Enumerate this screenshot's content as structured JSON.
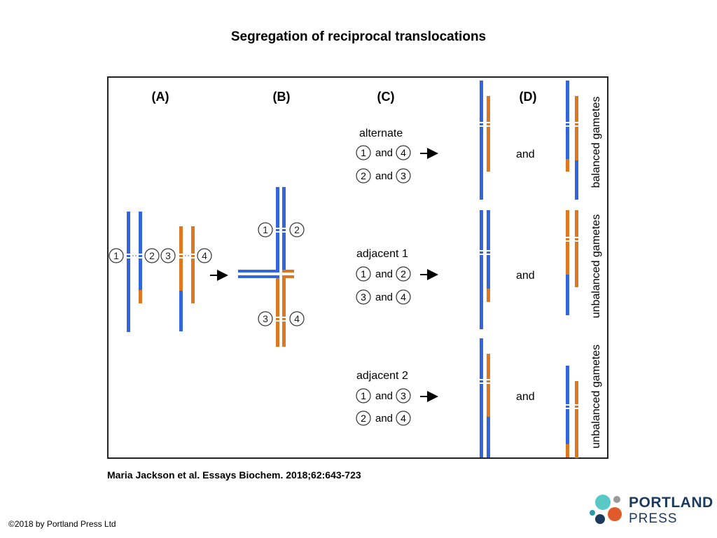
{
  "title": "Segregation of reciprocal translocations",
  "citation": "Maria Jackson et al. Essays Biochem. 2018;62:643-723",
  "copyright": "©2018 by Portland Press Ltd",
  "publisher": {
    "line1": "PORTLAND",
    "line2": "PRESS"
  },
  "colors": {
    "chromosome_a": "#3366dd",
    "chromosome_b": "#dd7722",
    "frame": "#222222",
    "logo_text": "#1a3b5d"
  },
  "panels": {
    "a": "(A)",
    "b": "(B)",
    "c": "(C)",
    "d": "(D)"
  },
  "numbers": {
    "n1": "1",
    "n2": "2",
    "n3": "3",
    "n4": "4"
  },
  "connector": "and",
  "modes": {
    "alternate": {
      "label": "alternate",
      "pair1": [
        "1",
        "4"
      ],
      "pair2": [
        "2",
        "3"
      ],
      "gametes": "balanced gametes"
    },
    "adjacent1": {
      "label": "adjacent 1",
      "pair1": [
        "1",
        "2"
      ],
      "pair2": [
        "3",
        "4"
      ],
      "gametes": "unbalanced gametes"
    },
    "adjacent2": {
      "label": "adjacent 2",
      "pair1": [
        "1",
        "3"
      ],
      "pair2": [
        "2",
        "4"
      ],
      "gametes": "unbalanced gametes"
    }
  }
}
